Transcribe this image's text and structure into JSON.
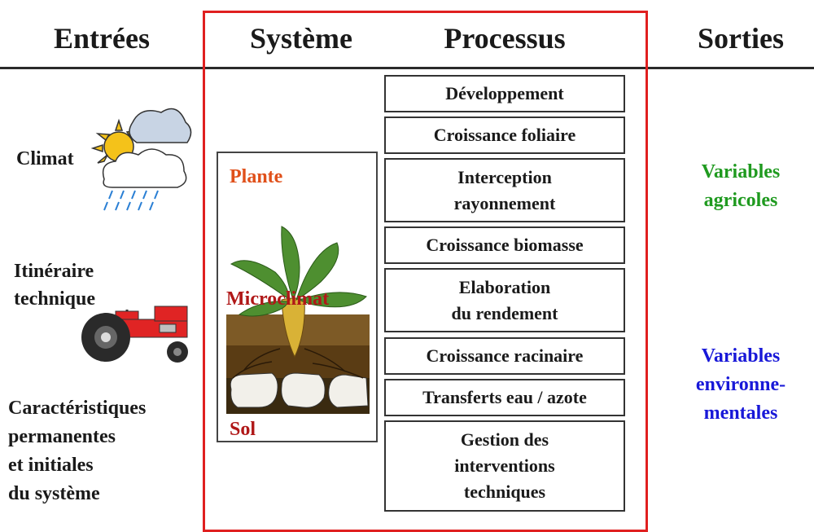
{
  "headers": {
    "inputs": "Entrées",
    "system": "Système",
    "process": "Processus",
    "outputs": "Sorties"
  },
  "inputs": {
    "climate": "Climat",
    "itinerary_line1": "Itinéraire",
    "itinerary_line2": "technique",
    "characteristics_line1": "Caractéristiques",
    "characteristics_line2": "permanentes",
    "characteristics_line3": "et initiales",
    "characteristics_line4": "du système"
  },
  "system": {
    "plant": "Plante",
    "microclimate": "Microclimat",
    "soil": "Sol"
  },
  "processes": [
    {
      "line1": "Développement",
      "line2": "",
      "line3": ""
    },
    {
      "line1": "Croissance foliaire",
      "line2": "",
      "line3": ""
    },
    {
      "line1": "Interception",
      "line2": "rayonnement",
      "line3": ""
    },
    {
      "line1": "Croissance biomasse",
      "line2": "",
      "line3": ""
    },
    {
      "line1": "Elaboration",
      "line2": "du rendement",
      "line3": ""
    },
    {
      "line1": "Croissance racinaire",
      "line2": "",
      "line3": ""
    },
    {
      "line1": "Transferts eau / azote",
      "line2": "",
      "line3": ""
    },
    {
      "line1": "Gestion des",
      "line2": "interventions",
      "line3": "techniques"
    }
  ],
  "outputs": {
    "agri_line1": "Variables",
    "agri_line2": "agricoles",
    "env_line1": "Variables",
    "env_line2": "environne-",
    "env_line3": "mentales"
  },
  "colors": {
    "frame": "#e02020",
    "plant_label": "#e0501a",
    "system_label": "#b01818",
    "agri": "#1f9a1f",
    "env": "#1818d8",
    "tractor": "#e02424"
  }
}
